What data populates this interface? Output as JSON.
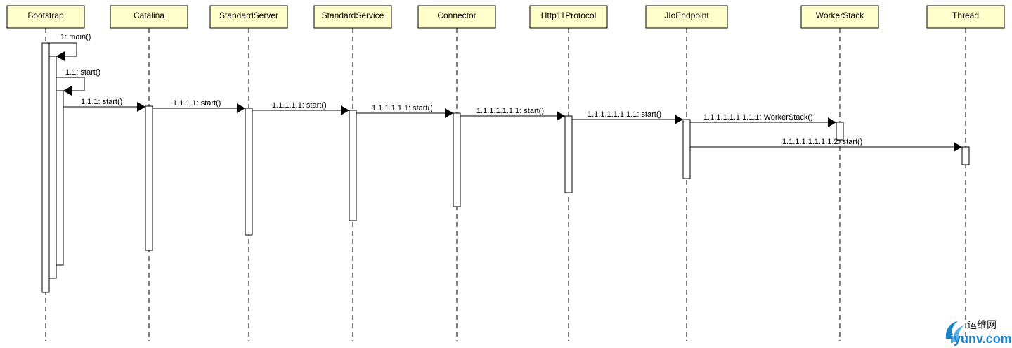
{
  "participants": [
    {
      "id": "bootstrap",
      "label": "Bootstrap"
    },
    {
      "id": "catalina",
      "label": "Catalina"
    },
    {
      "id": "standardserver",
      "label": "StandardServer"
    },
    {
      "id": "standardservice",
      "label": "StandardService"
    },
    {
      "id": "connector",
      "label": "Connector"
    },
    {
      "id": "http11protocol",
      "label": "Http11Protocol"
    },
    {
      "id": "jioendpoint",
      "label": "JIoEndpoint"
    },
    {
      "id": "workerstack",
      "label": "WorkerStack"
    },
    {
      "id": "thread",
      "label": "Thread"
    }
  ],
  "messages": [
    {
      "label": "1: main()",
      "from": "bootstrap",
      "to": "bootstrap",
      "self": true
    },
    {
      "label": "1.1: start()",
      "from": "bootstrap",
      "to": "bootstrap",
      "self": true
    },
    {
      "label": "1.1.1: start()",
      "from": "bootstrap",
      "to": "catalina"
    },
    {
      "label": "1.1.1.1: start()",
      "from": "catalina",
      "to": "standardserver"
    },
    {
      "label": "1.1.1.1.1: start()",
      "from": "standardserver",
      "to": "standardservice"
    },
    {
      "label": "1.1.1.1.1.1: start()",
      "from": "standardservice",
      "to": "connector"
    },
    {
      "label": "1.1.1.1.1.1.1: start()",
      "from": "connector",
      "to": "http11protocol"
    },
    {
      "label": "1.1.1.1.1.1.1.1: start()",
      "from": "http11protocol",
      "to": "jioendpoint"
    },
    {
      "label": "1.1.1.1.1.1.1.1.1: WorkerStack()",
      "from": "jioendpoint",
      "to": "workerstack"
    },
    {
      "label": "1.1.1.1.1.1.1.1.2: start()",
      "from": "jioendpoint",
      "to": "thread"
    }
  ],
  "watermark": {
    "top": "运维网",
    "bottom": "iyunv.com"
  }
}
